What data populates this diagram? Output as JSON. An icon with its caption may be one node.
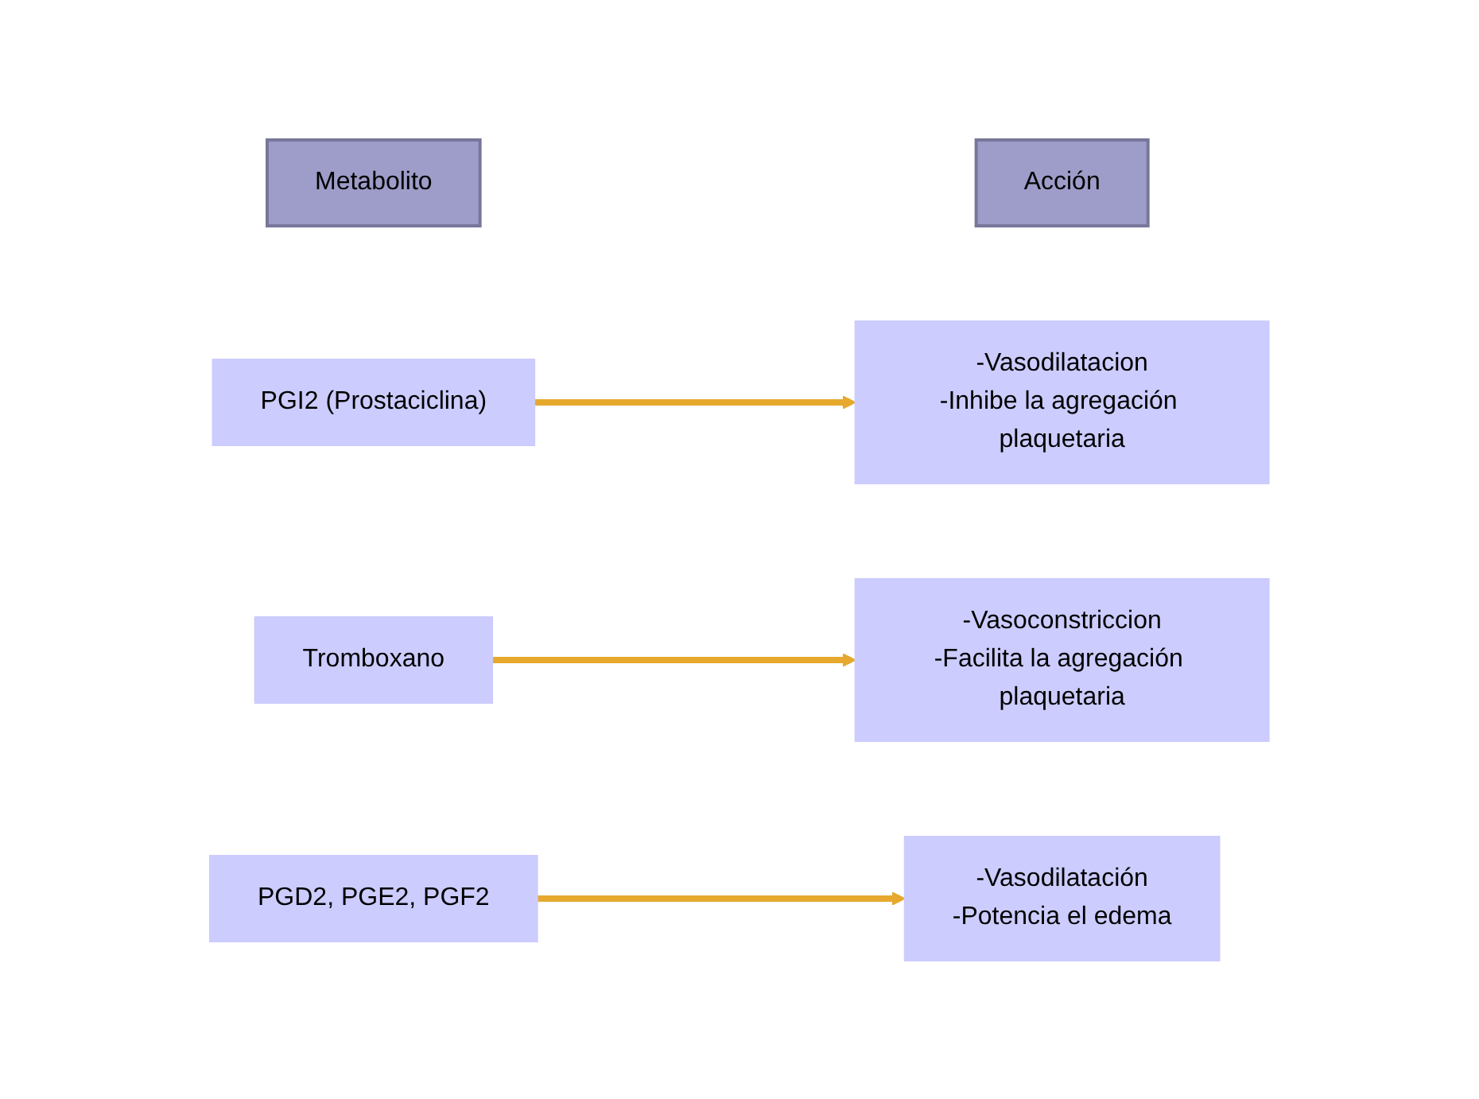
{
  "diagram": {
    "nodes": [
      {
        "text": [
          "Metabolito"
        ]
      },
      {
        "text": [
          "Acción"
        ]
      },
      {
        "text": [
          "PGI2 (Prostaciclina)"
        ]
      },
      {
        "text": [
          "-Vasodilatacion",
          "-Inhibe la agregación plaquetaria"
        ]
      },
      {
        "text": [
          "Tromboxano"
        ]
      },
      {
        "text": [
          "-Vasoconstriccion",
          "-Facilita la agregación plaquetaria"
        ]
      },
      {
        "text": [
          "PGD2, PGE2, PGF2"
        ]
      },
      {
        "text": [
          "-Vasodilatación",
          "-Potencia el edema"
        ]
      }
    ],
    "edges": [
      {
        "from": 2,
        "to": 3,
        "arrow": "to"
      },
      {
        "from": 4,
        "to": 5,
        "arrow": "to"
      },
      {
        "from": 6,
        "to": 7,
        "arrow": "to"
      }
    ]
  }
}
